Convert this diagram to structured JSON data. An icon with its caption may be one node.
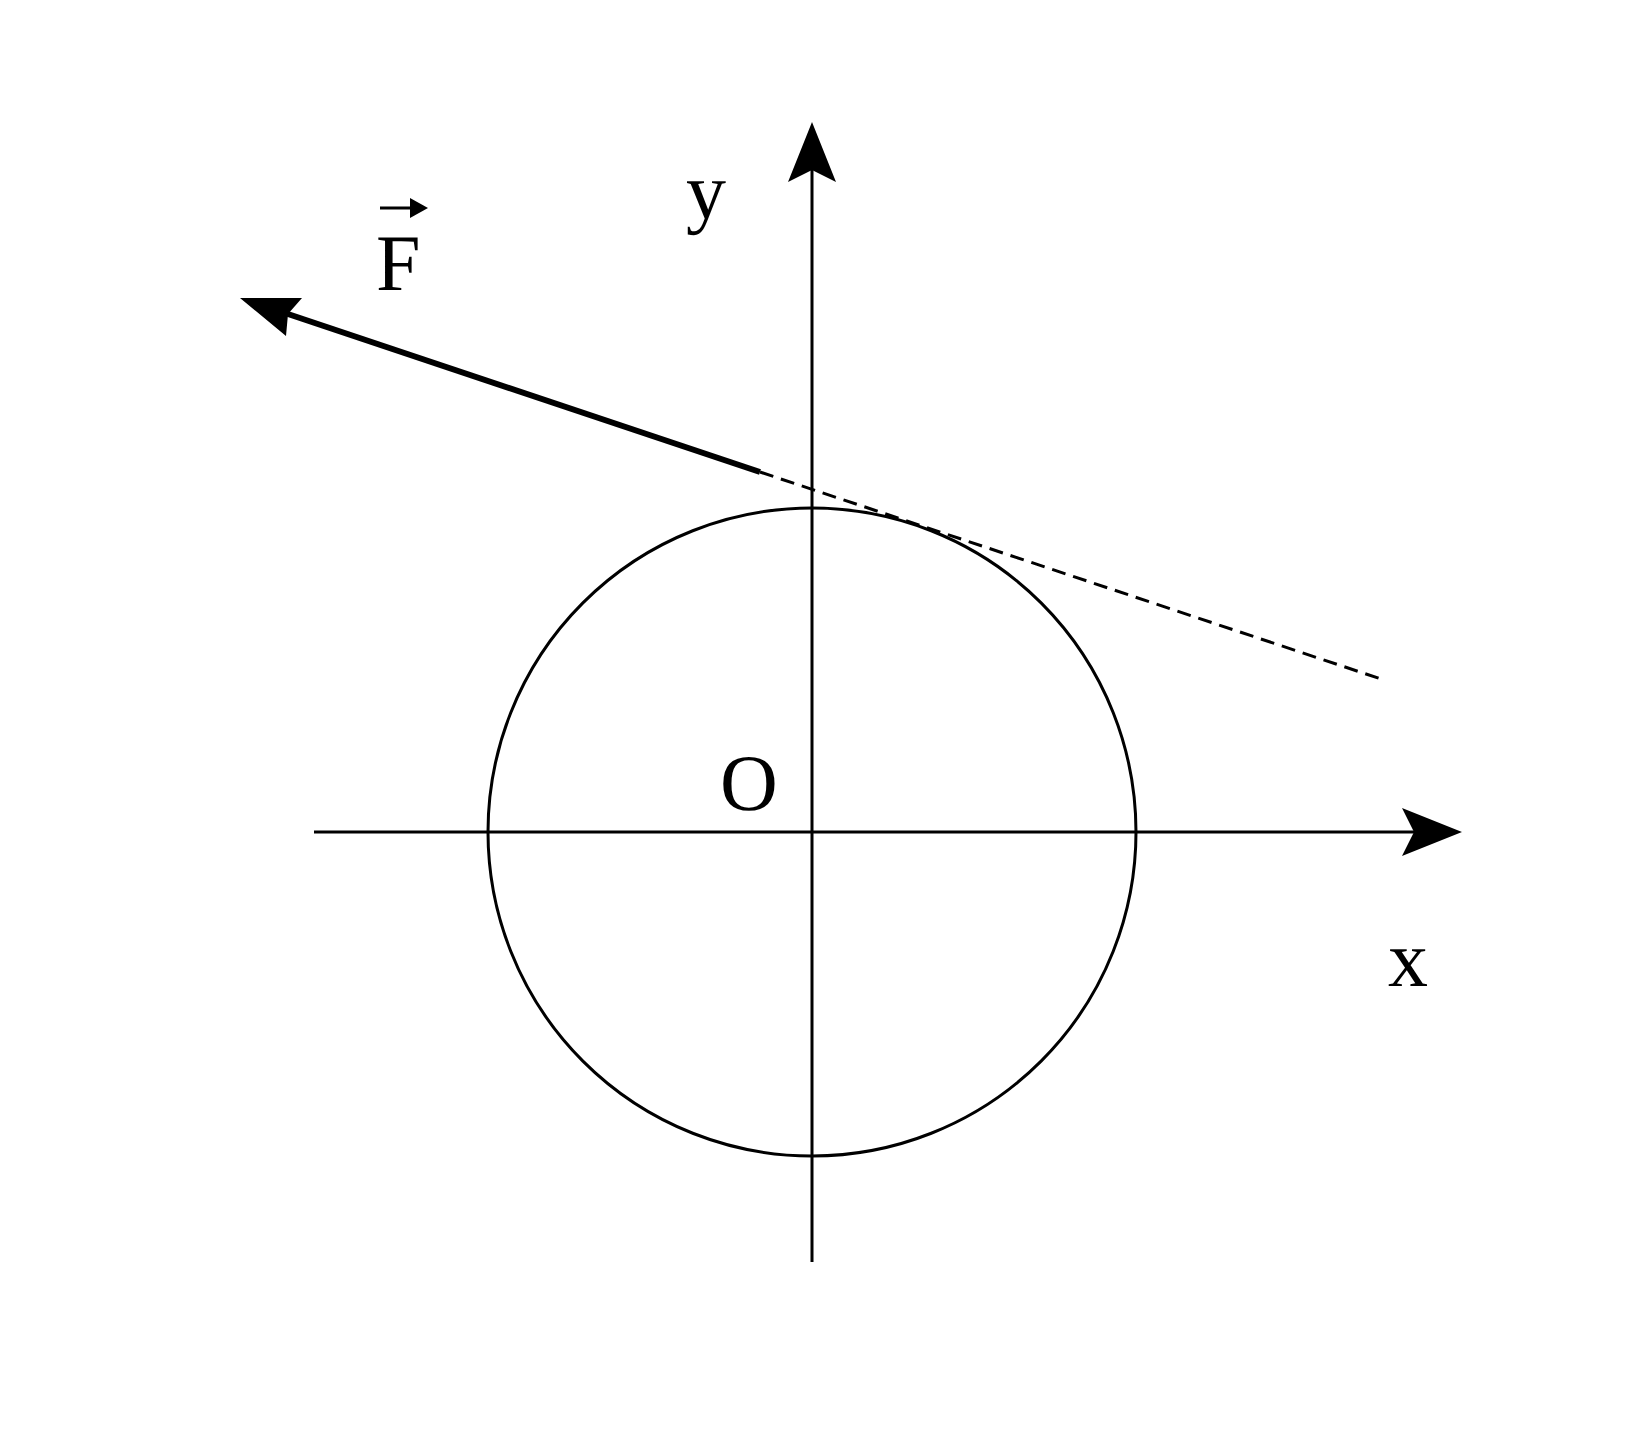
{
  "diagram": {
    "labels": [
      "y",
      "F",
      "O",
      "x"
    ]
  }
}
